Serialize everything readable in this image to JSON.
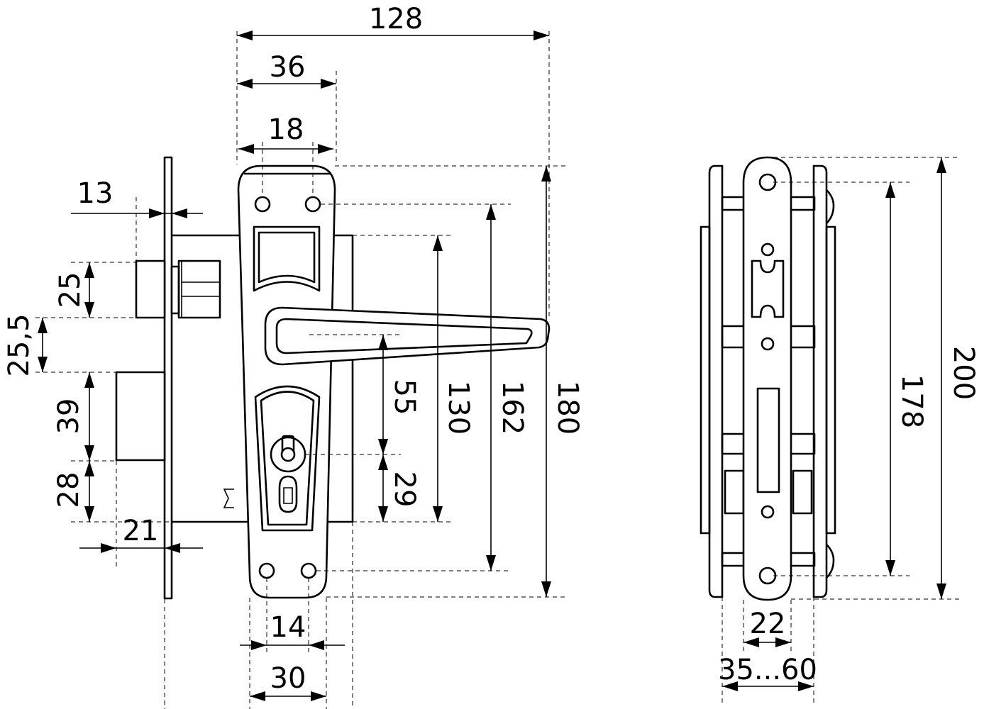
{
  "dimensions": {
    "overall_width": "128",
    "handle_width": "36",
    "top_hole_spacing": "18",
    "faceplate_offset": "13",
    "latch_height": "25",
    "latch_gap": "25,5",
    "bolt_height": "39",
    "bolt_to_cylinder": "28",
    "backset": "21",
    "bottom_hole_spacing": "14",
    "escutcheon_bottom_width": "30",
    "lever_to_key": "55",
    "key_to_bottom": "29",
    "case_height": "130",
    "hole_centers": "162",
    "total_height": "180",
    "side_hole_centers": "178",
    "side_total_height": "200",
    "faceplate_width": "22",
    "door_thickness": "35...60"
  },
  "colors": {
    "line": "#000000",
    "background": "#ffffff"
  }
}
